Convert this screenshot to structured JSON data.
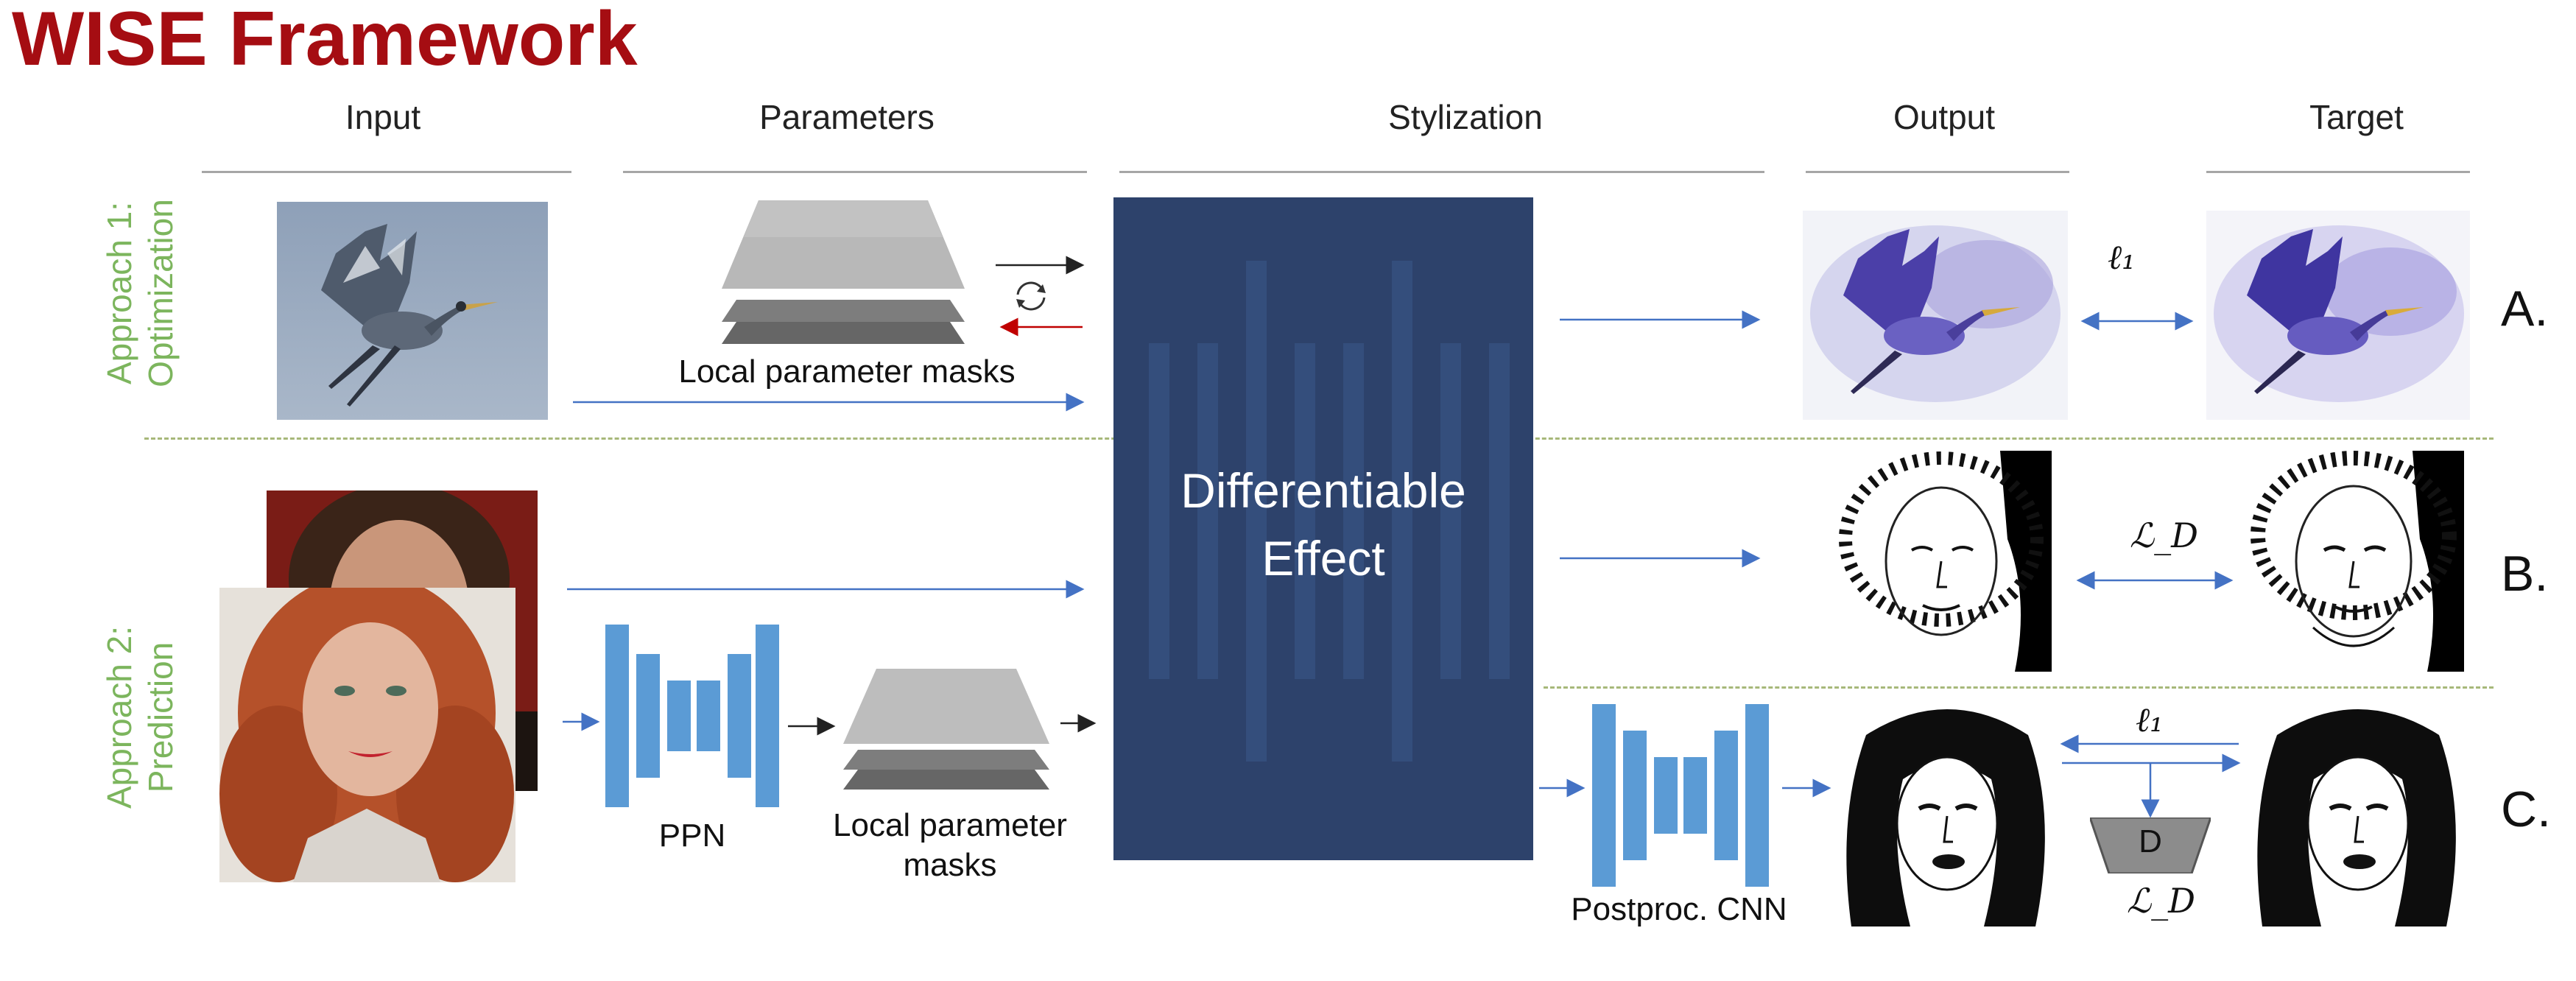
{
  "title": "WISE Framework",
  "columns": {
    "input": "Input",
    "parameters": "Parameters",
    "stylization": "Stylization",
    "output": "Output",
    "target": "Target"
  },
  "approaches": {
    "a1_line1": "Approach 1:",
    "a1_line2": "Optimization",
    "a2_line1": "Approach 2:",
    "a2_line2": "Prediction"
  },
  "labels": {
    "local_masks_1": "Local parameter masks",
    "local_masks_2_line1": "Local parameter",
    "local_masks_2_line2": "masks",
    "ppn": "PPN",
    "effect_line1": "Differentiable",
    "effect_line2": "Effect",
    "postproc": "Postproc. CNN",
    "discriminator": "D"
  },
  "losses": {
    "l1_a": "ℓ₁",
    "ld_b": "ℒ_D",
    "l1_c": "ℓ₁",
    "ld_c": "ℒ_D"
  },
  "rows": {
    "a": "A.",
    "b": "B.",
    "c": "C."
  },
  "colors": {
    "title": "#a50d12",
    "approach": "#7cb55d",
    "effect_box": "#2d426b",
    "network": "#5b9bd5",
    "arrow": "#4472c4",
    "arrow_red": "#c00000"
  }
}
